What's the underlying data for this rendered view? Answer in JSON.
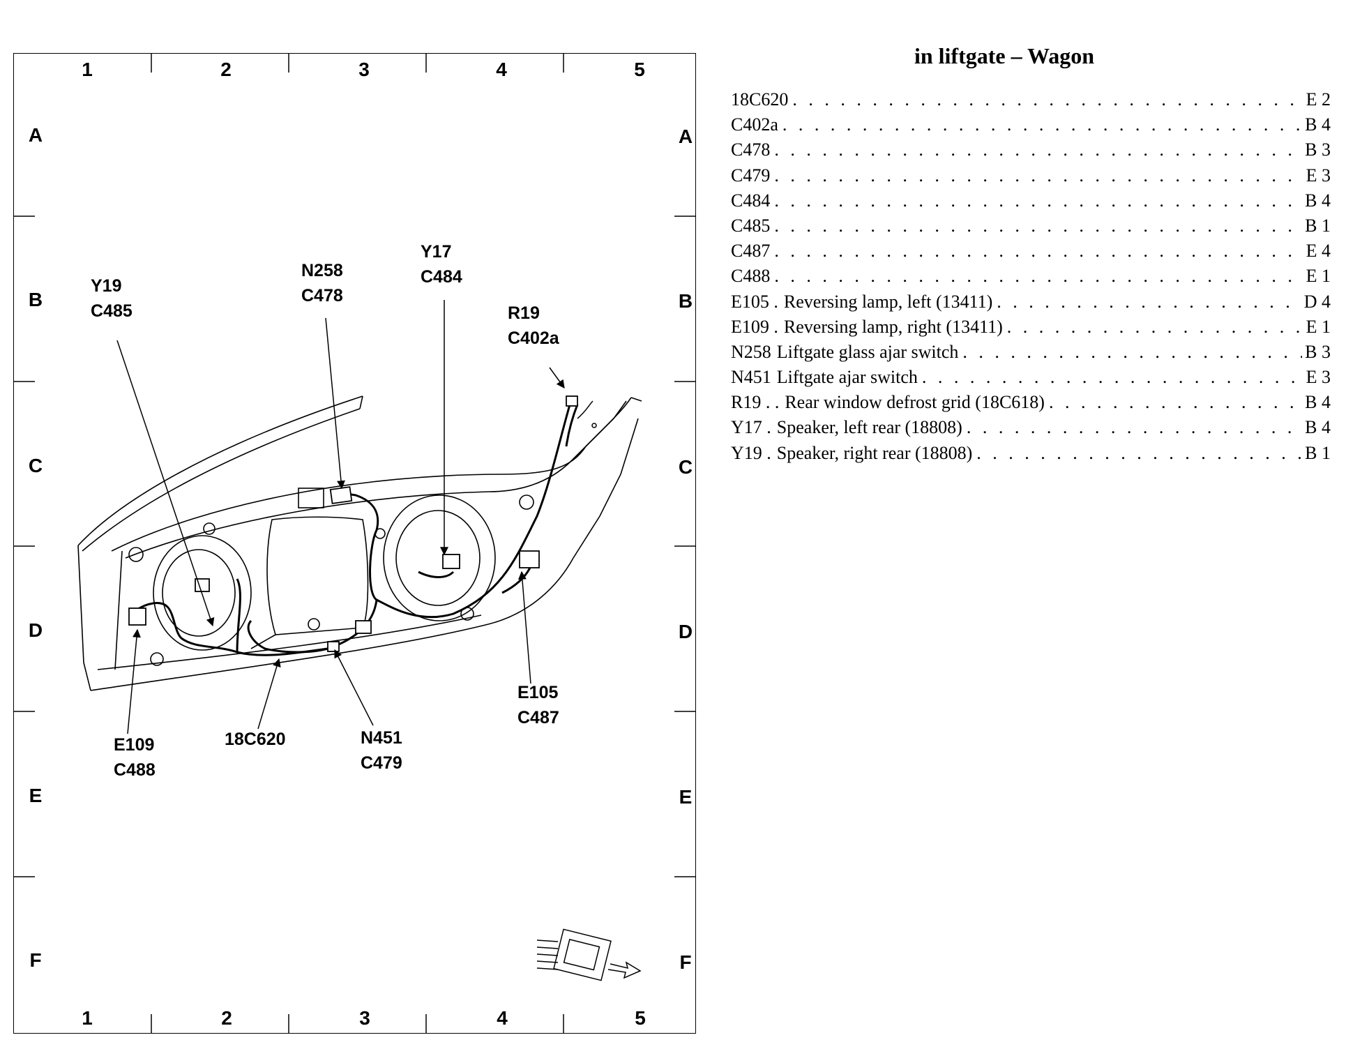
{
  "grid": {
    "columns": [
      "1",
      "2",
      "3",
      "4",
      "5"
    ],
    "rows": [
      "A",
      "B",
      "C",
      "D",
      "E",
      "F"
    ]
  },
  "callouts": [
    {
      "id": "y19",
      "lines": [
        "Y19",
        "C485"
      ]
    },
    {
      "id": "n258",
      "lines": [
        "N258",
        "C478"
      ]
    },
    {
      "id": "y17",
      "lines": [
        "Y17",
        "C484"
      ]
    },
    {
      "id": "r19",
      "lines": [
        "R19",
        "C402a"
      ]
    },
    {
      "id": "e109",
      "lines": [
        "E109",
        "C488"
      ]
    },
    {
      "id": "c18c620",
      "lines": [
        "18C620"
      ]
    },
    {
      "id": "n451",
      "lines": [
        "N451",
        "C479"
      ]
    },
    {
      "id": "e105",
      "lines": [
        "E105",
        "C487"
      ]
    }
  ],
  "index": {
    "title": "in liftgate – Wagon",
    "entries": [
      {
        "code": "18C620",
        "desc": "",
        "loc": "E 2"
      },
      {
        "code": "C402a",
        "desc": "",
        "loc": "B 4"
      },
      {
        "code": "C478",
        "desc": "",
        "loc": "B 3"
      },
      {
        "code": "C479",
        "desc": "",
        "loc": "E 3"
      },
      {
        "code": "C484",
        "desc": "",
        "loc": "B 4"
      },
      {
        "code": "C485",
        "desc": "",
        "loc": "B 1"
      },
      {
        "code": "C487",
        "desc": "",
        "loc": "E 4"
      },
      {
        "code": "C488",
        "desc": "",
        "loc": "E 1"
      },
      {
        "code": "E105 .",
        "desc": "Reversing lamp, left (13411)",
        "loc": "D 4"
      },
      {
        "code": "E109 .",
        "desc": "Reversing lamp, right (13411)",
        "loc": "E 1"
      },
      {
        "code": "N258",
        "desc": "Liftgate glass ajar switch",
        "loc": "B 3"
      },
      {
        "code": "N451",
        "desc": "Liftgate ajar switch",
        "loc": "E 3"
      },
      {
        "code": "R19 . .",
        "desc": "Rear window defrost grid (18C618)",
        "loc": "B 4"
      },
      {
        "code": "Y17  .",
        "desc": "Speaker, left rear (18808)",
        "loc": "B 4"
      },
      {
        "code": "Y19  .",
        "desc": "Speaker, right rear (18808)",
        "loc": "B 1"
      }
    ]
  }
}
